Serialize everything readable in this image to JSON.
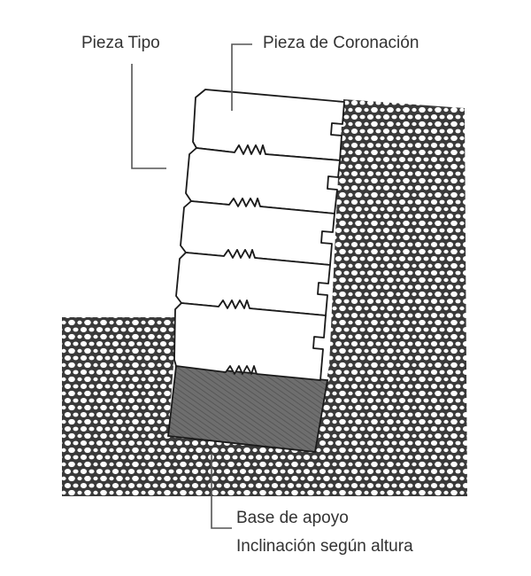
{
  "diagram": {
    "title": "Retaining wall section (muro de contención)",
    "labels": {
      "typical_piece": "Pieza Tipo",
      "crown_piece": "Pieza de Coronación",
      "base": "Base de apoyo",
      "inclination": "Inclinación según altura"
    },
    "components": {
      "block_count": 5,
      "blocks": [
        {
          "name": "crown-block",
          "role": "Pieza de Coronación"
        },
        {
          "name": "typical-block-2",
          "role": "Pieza Tipo"
        },
        {
          "name": "typical-block-3",
          "role": "Pieza Tipo"
        },
        {
          "name": "typical-block-4",
          "role": "Pieza Tipo"
        },
        {
          "name": "typical-block-5",
          "role": "Pieza Tipo"
        }
      ],
      "base": "Base de apoyo",
      "backfill": "gravel backfill",
      "foreground_soil": "gravel soil"
    },
    "colors": {
      "line": "#1a1a1a",
      "base_fill": "#6b6b6b",
      "soil_fill": "#3a3a3a",
      "label_text": "#333333",
      "background": "#ffffff"
    }
  }
}
